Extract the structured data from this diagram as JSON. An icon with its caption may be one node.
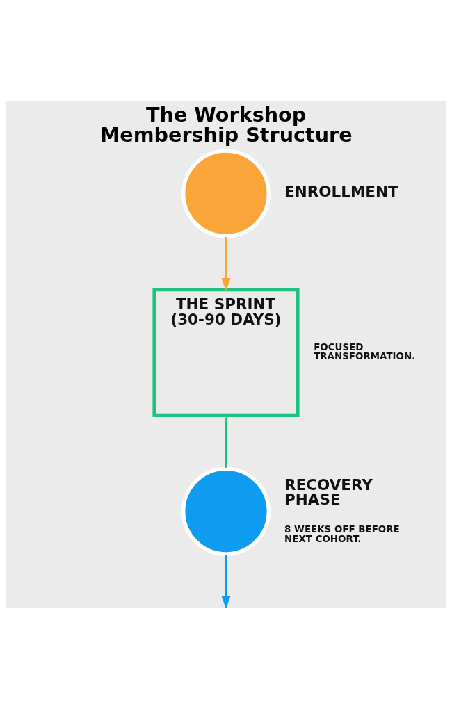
{
  "diagram": {
    "title": "The Workshop Membership Structure",
    "nodes": [
      {
        "text": [
          "ENROLLMENT"
        ]
      },
      {
        "text": [
          "THE SPRINT (30-90 DAYS)"
        ],
        "beside": [
          "FOCUSED TRANSFORMATION."
        ]
      },
      {
        "text": [
          "RECOVERY PHASE",
          "8 WEEKS OFF BEFORE NEXT COHORT."
        ]
      }
    ],
    "edges": [
      {
        "from": 0,
        "to": 1,
        "arrow": "to",
        "color": "#f9a53a"
      },
      {
        "from": 1,
        "to": 2,
        "arrow": "none",
        "color": "#1dc180"
      },
      {
        "from": 2,
        "to": null,
        "arrow": "to",
        "color": "#0f9cf0"
      }
    ]
  }
}
